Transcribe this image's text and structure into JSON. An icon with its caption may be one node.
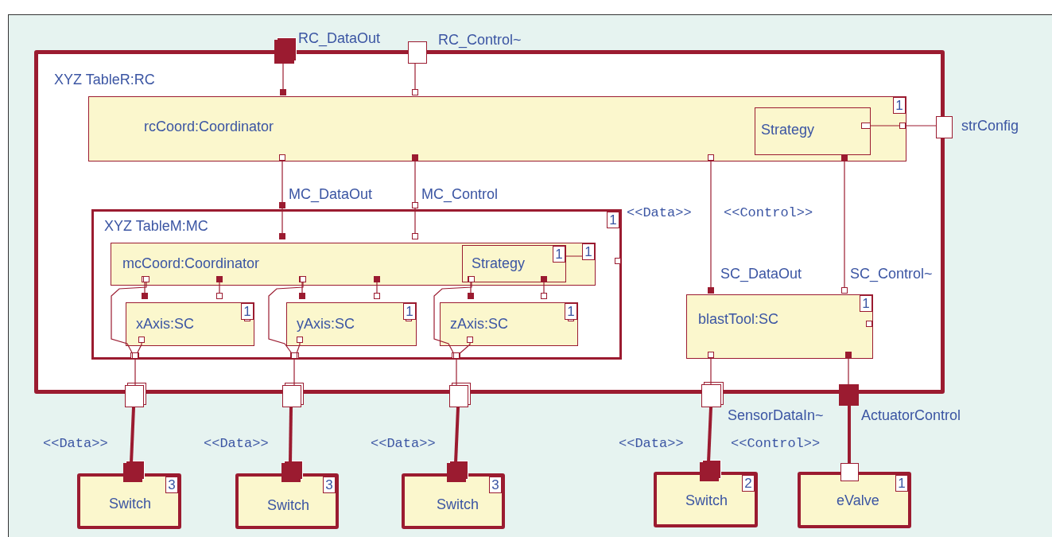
{
  "diagram": {
    "nodes": [
      {
        "text": [
          "XYZ TableR:RC"
        ]
      },
      {
        "text": [
          "rcCoord:Coordinator",
          "1"
        ],
        "in": 0
      },
      {
        "text": [
          "Strategy"
        ],
        "in": 1
      },
      {
        "text": [
          "XYZ TableM:MC",
          "1"
        ],
        "in": 0,
        "beside": [
          "MC_DataOut",
          "MC_Control"
        ]
      },
      {
        "text": [
          "mcCoord:Coordinator",
          "1"
        ],
        "in": 3
      },
      {
        "text": [
          "Strategy",
          "1"
        ],
        "in": 4
      },
      {
        "text": [
          "xAxis:SC",
          "1"
        ],
        "in": 3
      },
      {
        "text": [
          "yAxis:SC",
          "1"
        ],
        "in": 3
      },
      {
        "text": [
          "zAxis:SC",
          "1"
        ],
        "in": 3
      },
      {
        "text": [
          "blastTool:SC",
          "1"
        ],
        "in": 0,
        "beside": [
          "SC_DataOut",
          "SC_Control~"
        ]
      },
      {
        "text": [
          "Switch",
          "3"
        ]
      },
      {
        "text": [
          "Switch",
          "3"
        ]
      },
      {
        "text": [
          "Switch",
          "3"
        ]
      },
      {
        "text": [
          "Switch",
          "2"
        ]
      },
      {
        "text": [
          "eValve",
          "1"
        ]
      },
      {
        "text": [],
        "shape": "box",
        "beside": [
          "RC_DataOut"
        ]
      },
      {
        "text": [],
        "shape": "box",
        "beside": [
          "RC_Control~"
        ]
      },
      {
        "text": [],
        "shape": "box",
        "beside": [
          "strConfig"
        ]
      },
      {
        "text": [],
        "shape": "box"
      },
      {
        "text": [],
        "shape": "box"
      },
      {
        "text": [],
        "shape": "box"
      },
      {
        "text": [],
        "shape": "box",
        "beside": [
          "SensorDataIn~"
        ]
      },
      {
        "text": [],
        "shape": "box",
        "beside": [
          "ActuatorControl"
        ]
      },
      {
        "text": [],
        "shape": "box"
      },
      {
        "text": [],
        "shape": "box"
      },
      {
        "text": [],
        "shape": "box"
      },
      {
        "text": [],
        "shape": "box"
      },
      {
        "text": [],
        "shape": "box"
      }
    ],
    "edges": [
      {
        "from": 15,
        "to": 1,
        "arrow": "other"
      },
      {
        "from": 16,
        "to": 1,
        "arrow": "other"
      },
      {
        "from": 2,
        "to": 17,
        "arrow": "other"
      },
      {
        "from": 1,
        "to": 3,
        "arrow": "other"
      },
      {
        "from": 1,
        "to": 3,
        "arrow": "other"
      },
      {
        "from": 3,
        "to": 4,
        "arrow": "other"
      },
      {
        "from": 3,
        "to": 4,
        "arrow": "other"
      },
      {
        "from": 5,
        "to": 4,
        "arrow": "other"
      },
      {
        "from": 4,
        "to": 6,
        "arrow": "other"
      },
      {
        "from": 4,
        "to": 6,
        "arrow": "other"
      },
      {
        "from": 4,
        "to": 7,
        "arrow": "other"
      },
      {
        "from": 4,
        "to": 7,
        "arrow": "other"
      },
      {
        "from": 4,
        "to": 8,
        "arrow": "other"
      },
      {
        "from": 4,
        "to": 8,
        "arrow": "other"
      },
      {
        "from": 4,
        "to": 3,
        "arrow": "other"
      },
      {
        "from": 6,
        "to": 3,
        "arrow": "other"
      },
      {
        "from": 4,
        "to": 3,
        "arrow": "other"
      },
      {
        "from": 7,
        "to": 3,
        "arrow": "other"
      },
      {
        "from": 4,
        "to": 3,
        "arrow": "other"
      },
      {
        "from": 8,
        "to": 3,
        "arrow": "other"
      },
      {
        "from": 3,
        "to": 18,
        "arrow": "other"
      },
      {
        "from": 3,
        "to": 19,
        "arrow": "other"
      },
      {
        "from": 3,
        "to": 20,
        "arrow": "other"
      },
      {
        "from": 18,
        "to": 23,
        "arrow": "none",
        "label": "<<Data>>",
        "style": "thick"
      },
      {
        "from": 19,
        "to": 24,
        "arrow": "none",
        "label": "<<Data>>",
        "style": "thick"
      },
      {
        "from": 20,
        "to": 25,
        "arrow": "none",
        "label": "<<Data>>",
        "style": "thick"
      },
      {
        "from": 1,
        "to": 9,
        "arrow": "other",
        "label": "<<Data>>"
      },
      {
        "from": 1,
        "to": 9,
        "arrow": "other",
        "label": "<<Control>>"
      },
      {
        "from": 9,
        "to": 21,
        "arrow": "other"
      },
      {
        "from": 9,
        "to": 22,
        "arrow": "other"
      },
      {
        "from": 21,
        "to": 26,
        "arrow": "none",
        "label": "<<Data>>",
        "style": "thick"
      },
      {
        "from": 22,
        "to": 27,
        "arrow": "none",
        "label": "<<Control>>",
        "style": "thick"
      }
    ]
  }
}
